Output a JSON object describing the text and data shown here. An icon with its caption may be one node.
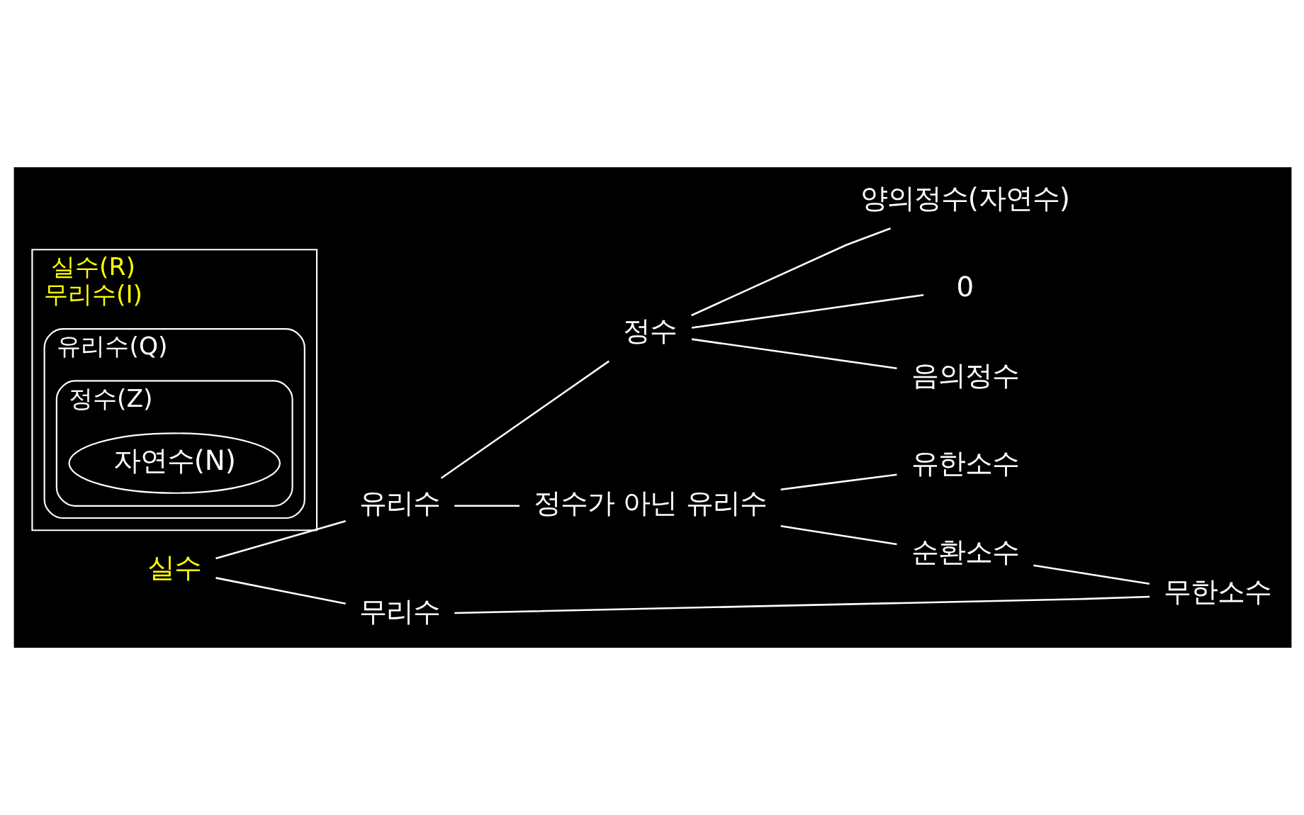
{
  "diagram": {
    "nodes": [
      {
        "text": [
          "실수"
        ]
      },
      {
        "text": [
          "유리수"
        ]
      },
      {
        "text": [
          "무리수"
        ]
      },
      {
        "text": [
          "정수"
        ]
      },
      {
        "text": [
          "정수가 아닌 유리수"
        ]
      },
      {
        "text": [
          "양의정수(자연수)"
        ]
      },
      {
        "text": [
          "0"
        ]
      },
      {
        "text": [
          "음의정수"
        ]
      },
      {
        "text": [
          "유한소수"
        ]
      },
      {
        "text": [
          "순환소수"
        ]
      },
      {
        "text": [
          "무한소수"
        ]
      },
      {
        "text": [
          "실수(R)",
          "무리수(I)"
        ]
      },
      {
        "text": [
          "유리수(Q)"
        ],
        "in": 11
      },
      {
        "text": [
          "정수(Z)"
        ],
        "in": 12
      },
      {
        "text": [
          "자연수(N)"
        ],
        "in": 13
      }
    ],
    "edges": [
      {
        "from": 0,
        "to": 1,
        "arrow": "none"
      },
      {
        "from": 0,
        "to": 2,
        "arrow": "none"
      },
      {
        "from": 1,
        "to": 3,
        "arrow": "none"
      },
      {
        "from": 1,
        "to": 4,
        "arrow": "none"
      },
      {
        "from": 3,
        "to": 5,
        "arrow": "none"
      },
      {
        "from": 3,
        "to": 6,
        "arrow": "none"
      },
      {
        "from": 3,
        "to": 7,
        "arrow": "none"
      },
      {
        "from": 4,
        "to": 8,
        "arrow": "none"
      },
      {
        "from": 4,
        "to": 9,
        "arrow": "none"
      },
      {
        "from": 9,
        "to": 10,
        "arrow": "none"
      },
      {
        "from": 2,
        "to": 10,
        "arrow": "none"
      }
    ]
  }
}
